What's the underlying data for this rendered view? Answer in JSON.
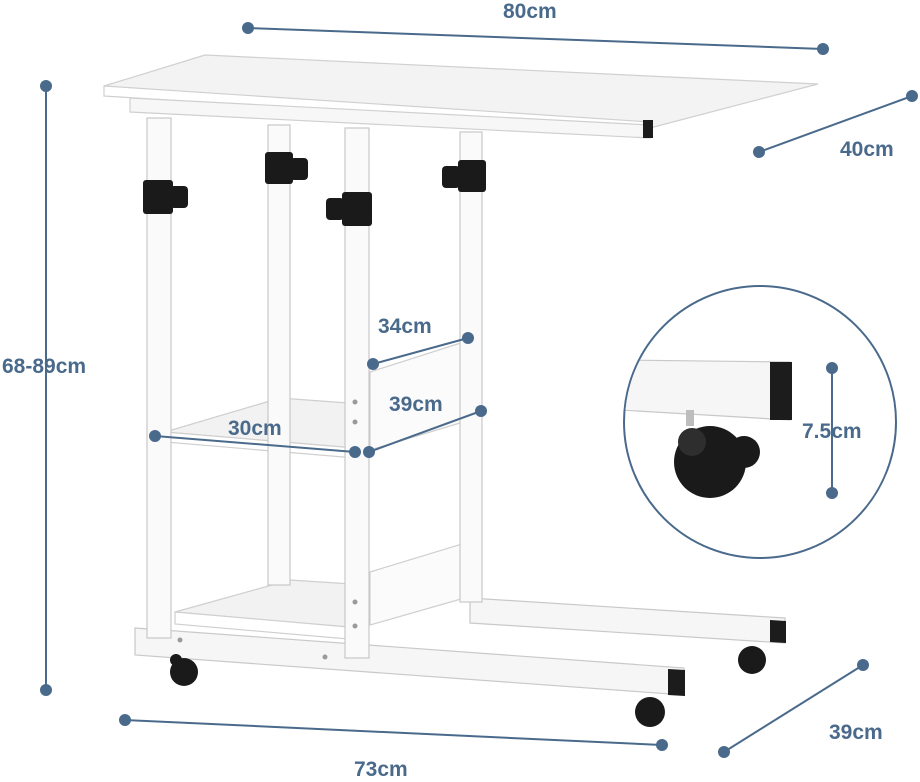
{
  "image": {
    "description_free": true,
    "accent_color": "#4a6a8c",
    "frame_color": "#f7f7f7",
    "hardware_color": "#1a1a1a"
  },
  "dimensions": {
    "top_width": "80cm",
    "top_depth": "40cm",
    "height": "68-89cm",
    "shelf_depth": "34cm",
    "shelf_width": "30cm",
    "shelf_length": "39cm",
    "base_width": "73cm",
    "base_depth": "39cm",
    "caster_height": "7.5cm"
  }
}
